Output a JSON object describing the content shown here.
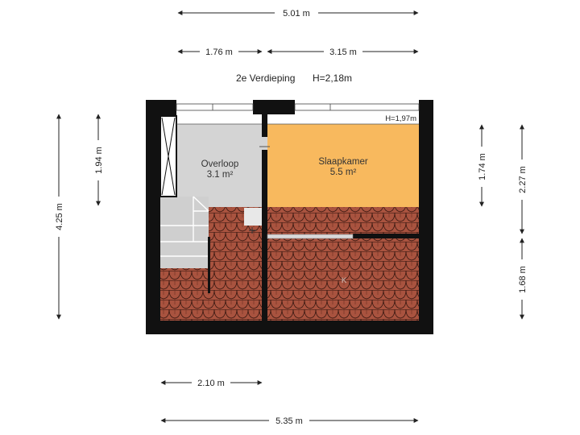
{
  "floor": {
    "title": "2e Verdieping",
    "height_label": "H=2,18m"
  },
  "rooms": [
    {
      "name": "Overloop",
      "area": "3.1 m²",
      "color": "#d4d4d4"
    },
    {
      "name": "Slaapkamer",
      "area": "5.5 m²",
      "color": "#f8b95e"
    }
  ],
  "annotations": {
    "ceiling_height": "H=1,97m",
    "knee_wall_mark": "K"
  },
  "dimensions": {
    "top_total": "5.01 m",
    "top_left": "1.76 m",
    "top_right": "3.15 m",
    "bottom_partial": "2.10 m",
    "bottom_total": "5.35 m",
    "left_total": "4.25 m",
    "left_partial": "1.94 m",
    "right_upper": "1.74 m",
    "right_total": "2.27 m",
    "right_lower": "1.68 m"
  },
  "colors": {
    "wall": "#111111",
    "roof_tile": "#a9533f",
    "roof_tile_line": "#3d1a12",
    "stairs": "#cfcfcf",
    "window": "#ffffff"
  }
}
